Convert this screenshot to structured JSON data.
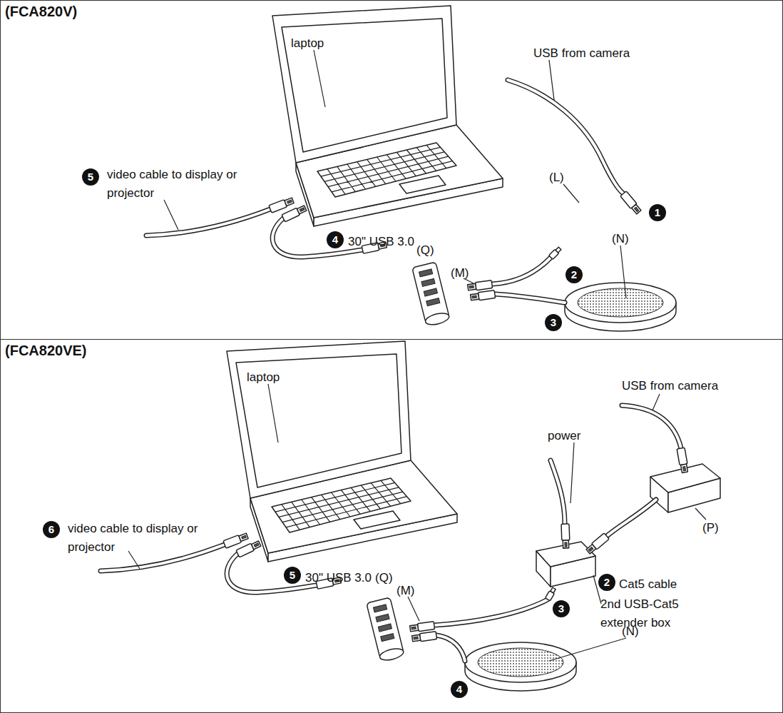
{
  "diagram": {
    "nodes": [
      {
        "text": [
          "(FCA820V)"
        ]
      },
      {
        "text": [
          "(FCA820VE)"
        ]
      }
    ],
    "labels": [
      "laptop",
      "USB from camera",
      "5",
      "video cable to display or projector",
      "(L)",
      "1",
      "4",
      "30\" USB 3.0",
      "(Q)",
      "(M)",
      "2",
      "(N)",
      "3",
      "laptop",
      "USB from camera",
      "6",
      "video cable to display or projector",
      "power",
      "(P)",
      "5",
      "30\" USB 3.0",
      "(Q)",
      "(M)",
      "2",
      "Cat5 cable",
      "3",
      "2nd USB-Cat5 extender box",
      "(N)",
      "4"
    ]
  }
}
